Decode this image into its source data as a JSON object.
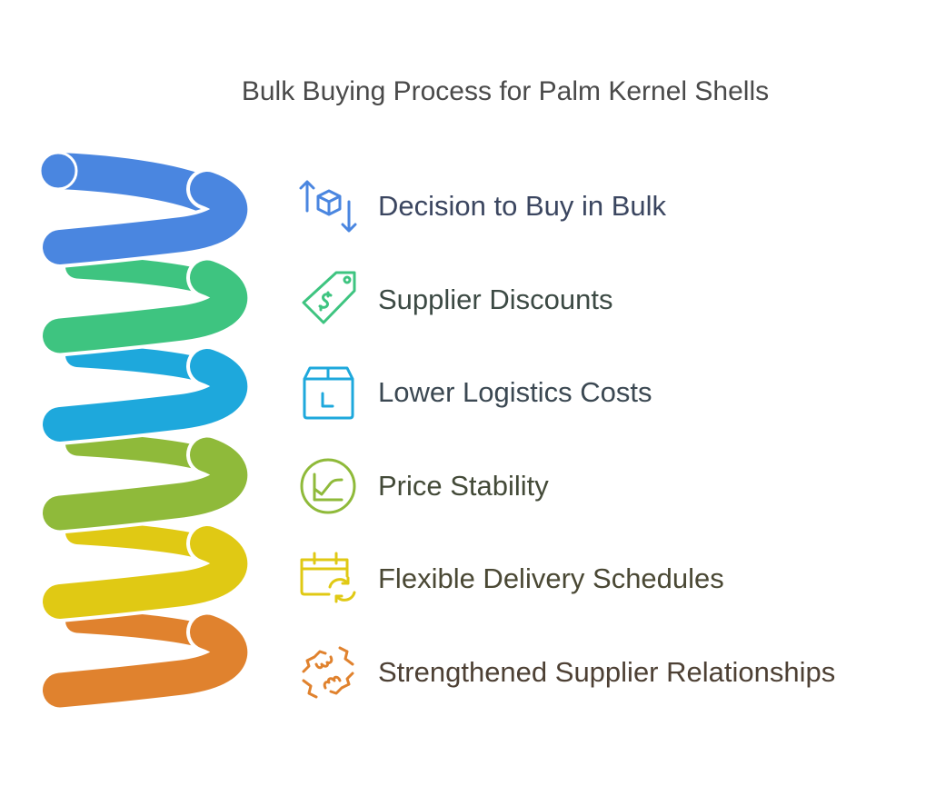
{
  "title": "Bulk Buying Process for Palm Kernel Shells",
  "steps": [
    {
      "label": "Decision to Buy in Bulk",
      "icon": "box-exchange-icon",
      "color": "#4A86E0",
      "text_color": "#3b4660"
    },
    {
      "label": "Supplier Discounts",
      "icon": "price-tag-icon",
      "color": "#3EC480",
      "text_color": "#3c4a44"
    },
    {
      "label": "Lower Logistics Costs",
      "icon": "package-icon",
      "color": "#1EA8DC",
      "text_color": "#3b4852"
    },
    {
      "label": "Price Stability",
      "icon": "chart-circle-icon",
      "color": "#8FBA3A",
      "text_color": "#434a38"
    },
    {
      "label": "Flexible Delivery Schedules",
      "icon": "calendar-refresh-icon",
      "color": "#E0C914",
      "text_color": "#4a4834"
    },
    {
      "label": "Strengthened Supplier Relationships",
      "icon": "handshake-icon",
      "color": "#E0822E",
      "text_color": "#4d4034"
    }
  ]
}
